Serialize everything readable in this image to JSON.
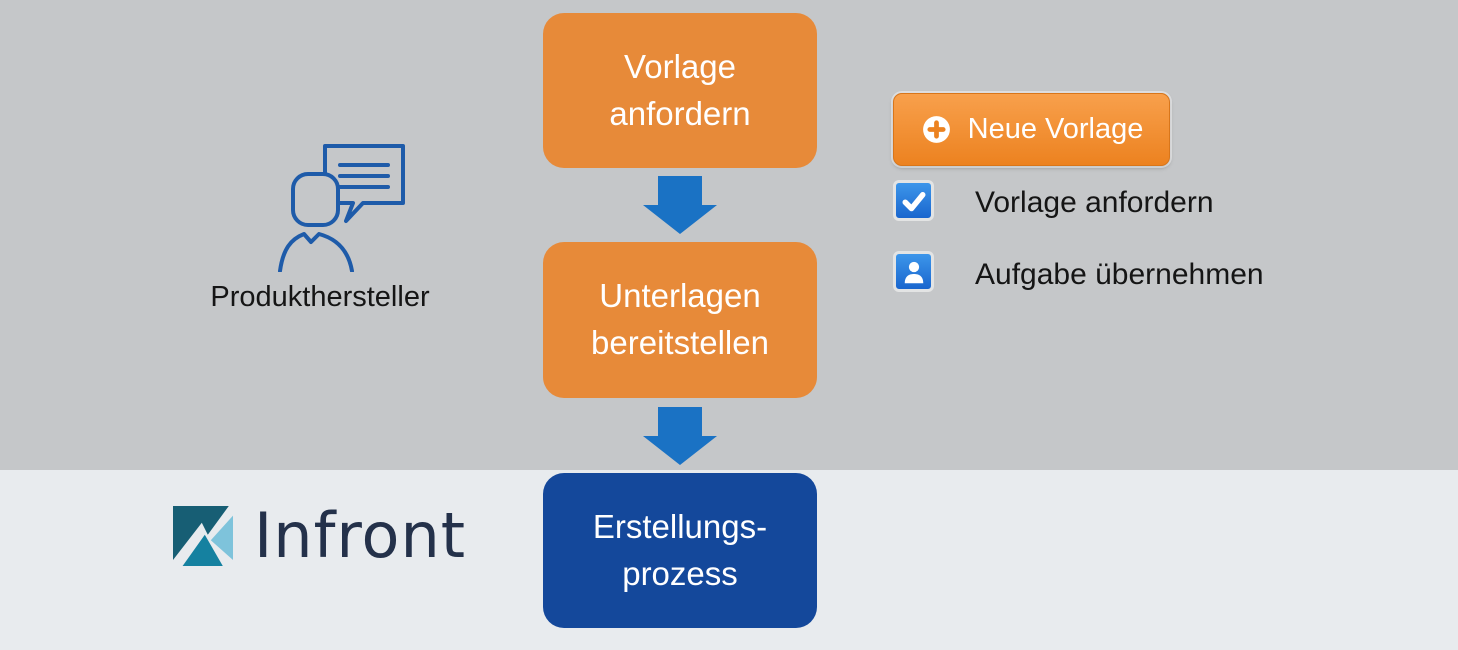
{
  "background": {
    "top_band_color": "#C5C7C9",
    "bottom_band_color": "#E8EBEE"
  },
  "actor": {
    "label": "Produkthersteller",
    "icon": "person-speech-bubble-icon",
    "icon_color": "#1E5BA9"
  },
  "flow": {
    "arrow_color": "#1A72C4",
    "steps": [
      {
        "id": "vorlage-anfordern",
        "lines": [
          "Vorlage",
          "anfordern"
        ],
        "color": "#E78A39",
        "text_color": "#FFFFFF"
      },
      {
        "id": "unterlagen-bereitstellen",
        "lines": [
          "Unterlagen",
          "bereitstellen"
        ],
        "color": "#E78A39",
        "text_color": "#FFFFFF"
      },
      {
        "id": "erstellungsprozess",
        "lines": [
          "Erstellungs-",
          "prozess"
        ],
        "color": "#14489B",
        "text_color": "#FFFFFF"
      }
    ]
  },
  "legend": {
    "button": {
      "label": "Neue Vorlage",
      "icon": "plus-circle-icon",
      "color_top": "#F8A04C",
      "color_bottom": "#EC8220",
      "border_color": "#D9761A"
    },
    "items": [
      {
        "icon": "checkmark-icon",
        "label": "Vorlage anfordern",
        "icon_bg": "#1A66CE"
      },
      {
        "icon": "user-icon",
        "label": "Aufgabe übernehmen",
        "icon_bg": "#1A66CE"
      }
    ]
  },
  "brand": {
    "wordmark": "Infront",
    "wordmark_color": "#24314A",
    "logo_colors": {
      "dark_teal": "#175E74",
      "medium_teal": "#1581A0",
      "light_blue": "#7EC3DB"
    }
  }
}
